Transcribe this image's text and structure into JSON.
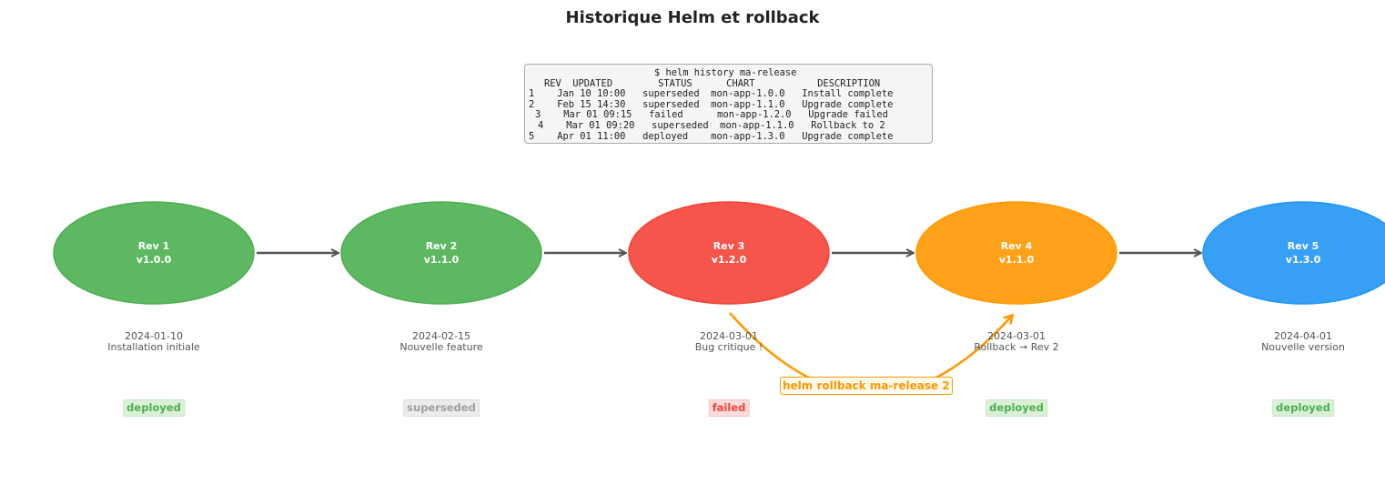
{
  "title": "Historique Helm et rollback",
  "terminal": {
    "command": "$ helm history ma-release",
    "header": "REV  UPDATED        STATUS      CHART           DESCRIPTION",
    "rows": [
      "1    Jan 10 10:00   superseded  mon-app-1.0.0   Install complete",
      "2    Feb 15 14:30   superseded  mon-app-1.1.0   Upgrade complete",
      "3    Mar 01 09:15   failed      mon-app-1.2.0   Upgrade failed",
      "4    Mar 01 09:20   superseded  mon-app-1.1.0   Rollback to 2",
      "5    Apr 01 11:00   deployed    mon-app-1.3.0   Upgrade complete"
    ]
  },
  "revisions": [
    {
      "rev": "Rev 1",
      "version": "v1.0.0",
      "date": "2024-01-10",
      "note": "Installation initiale",
      "status": "deployed",
      "color": "#4caf50"
    },
    {
      "rev": "Rev 2",
      "version": "v1.1.0",
      "date": "2024-02-15",
      "note": "Nouvelle feature",
      "status": "superseded",
      "color": "#4caf50"
    },
    {
      "rev": "Rev 3",
      "version": "v1.2.0",
      "date": "2024-03-01",
      "note": "Bug critique !",
      "status": "failed",
      "color": "#f44336"
    },
    {
      "rev": "Rev 4",
      "version": "v1.1.0",
      "date": "2024-03-01",
      "note": "Rollback → Rev 2",
      "status": "deployed",
      "color": "#ff9800"
    },
    {
      "rev": "Rev 5",
      "version": "v1.3.0",
      "date": "2024-04-01",
      "note": "Nouvelle version",
      "status": "deployed",
      "color": "#2196f3"
    }
  ],
  "rollback": {
    "label": "helm rollback ma-release 2",
    "color": "#ff9800"
  }
}
